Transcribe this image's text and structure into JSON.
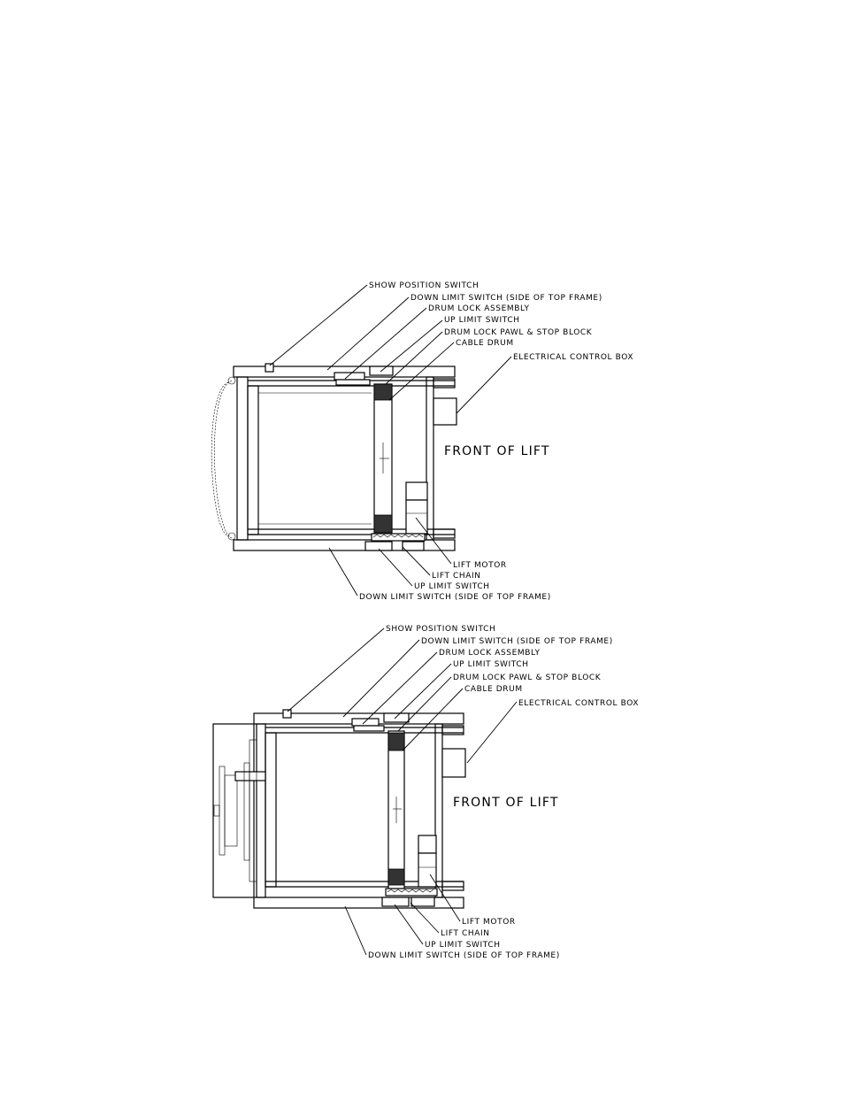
{
  "diagram_top": {
    "labels": {
      "show_position_switch": "SHOW POSITION SWITCH",
      "down_limit_switch_top": "DOWN LIMIT SWITCH (SIDE OF TOP FRAME)",
      "drum_lock_assembly": "DRUM LOCK ASSEMBLY",
      "up_limit_switch_top": "UP LIMIT SWITCH",
      "drum_lock_pawl": "DRUM LOCK PAWL & STOP BLOCK",
      "cable_drum": "CABLE DRUM",
      "electrical_control_box": "ELECTRICAL CONTROL BOX",
      "front_of_lift": "FRONT OF LIFT",
      "lift_motor": "LIFT MOTOR",
      "lift_chain": "LIFT CHAIN",
      "up_limit_switch_bottom": "UP LIMIT SWITCH",
      "down_limit_switch_bottom": "DOWN LIMIT SWITCH (SIDE OF TOP FRAME)"
    }
  },
  "diagram_bottom": {
    "labels": {
      "show_position_switch": "SHOW POSITION SWITCH",
      "down_limit_switch_top": "DOWN LIMIT SWITCH (SIDE OF TOP FRAME)",
      "drum_lock_assembly": "DRUM LOCK ASSEMBLY",
      "up_limit_switch_top": "UP LIMIT SWITCH",
      "drum_lock_pawl": "DRUM LOCK PAWL & STOP BLOCK",
      "cable_drum": "CABLE DRUM",
      "electrical_control_box": "ELECTRICAL CONTROL BOX",
      "front_of_lift": "FRONT OF LIFT",
      "lift_motor": "LIFT MOTOR",
      "lift_chain": "LIFT CHAIN",
      "up_limit_switch_bottom": "UP LIMIT SWITCH",
      "down_limit_switch_bottom": "DOWN LIMIT SWITCH (SIDE OF TOP FRAME)"
    }
  }
}
